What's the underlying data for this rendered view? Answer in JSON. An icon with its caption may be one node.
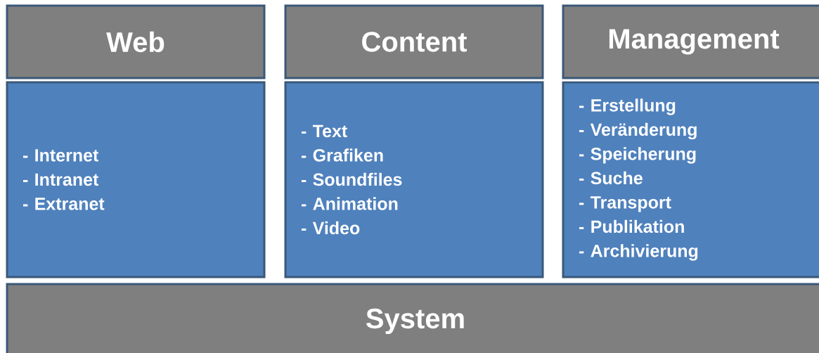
{
  "diagram": {
    "nodes": [
      {
        "text": [
          "Web"
        ]
      },
      {
        "text": [
          "Content"
        ]
      },
      {
        "text": [
          "Management"
        ]
      },
      {
        "text": [
          "- Internet",
          "- Intranet",
          "- Extranet"
        ]
      },
      {
        "text": [
          "- Text",
          "- Grafiken",
          "- Soundfiles",
          "- Animation",
          "- Video"
        ]
      },
      {
        "text": [
          "- Erstellung",
          "- Veränderung",
          "- Speicherung",
          "- Suche",
          "- Transport",
          "- Publikation",
          "- Archivierung"
        ]
      },
      {
        "text": [
          "System"
        ]
      }
    ]
  }
}
